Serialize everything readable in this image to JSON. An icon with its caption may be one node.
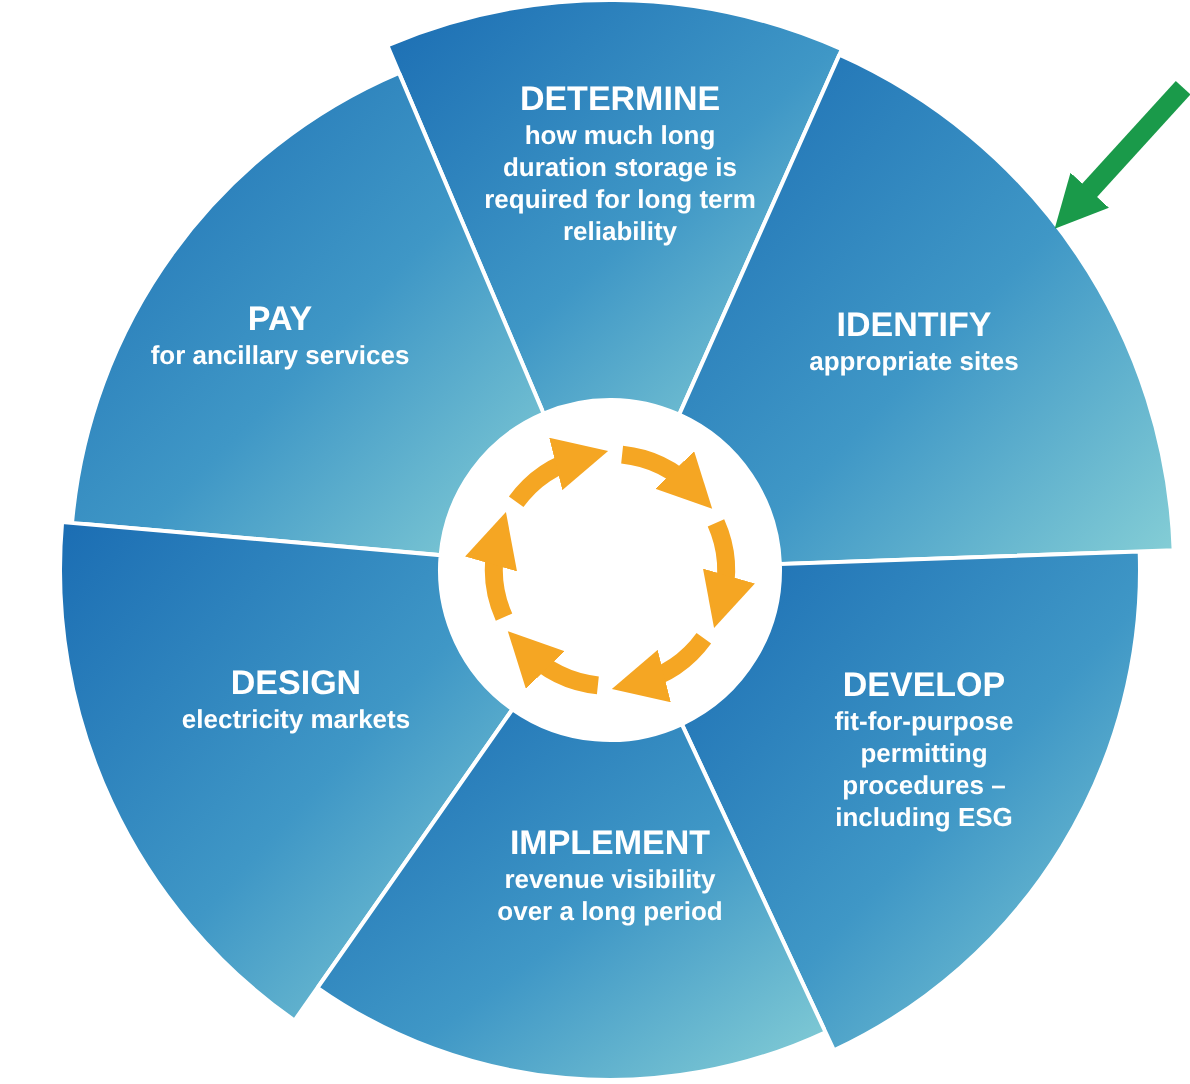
{
  "diagram": {
    "nodes": [
      {
        "text": [
          "DETERMINE",
          "how much long duration storage is required for long term reliability"
        ]
      },
      {
        "text": [
          "PAY",
          "for ancillary services"
        ]
      },
      {
        "text": [
          "IDENTIFY",
          "appropriate sites"
        ]
      },
      {
        "text": [
          "DESIGN",
          "electricity markets"
        ]
      },
      {
        "text": [
          "DEVELOP",
          "fit-for-purpose permitting procedures – including ESG"
        ]
      },
      {
        "text": [
          "IMPLEMENT",
          "revenue visibility over a long period"
        ]
      }
    ],
    "edges": [
      {
        "from": null,
        "to": 2,
        "arrow": "to",
        "color": "#1a9a4a"
      }
    ]
  }
}
